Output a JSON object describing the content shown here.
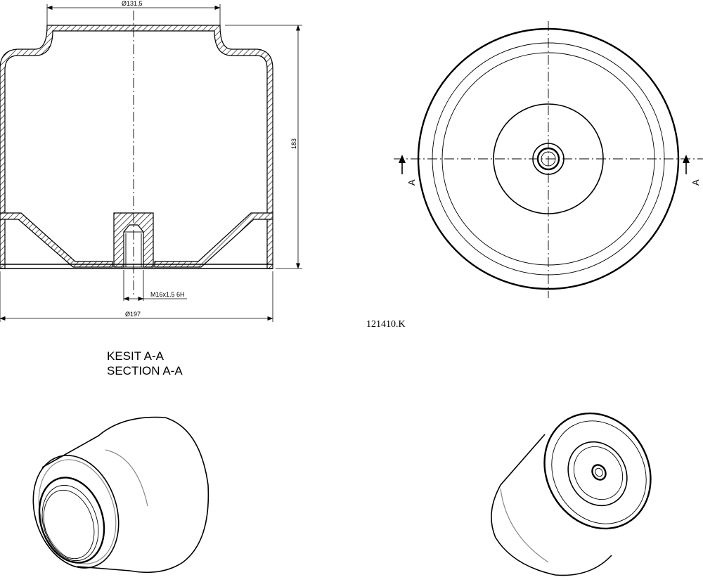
{
  "drawing": {
    "part_number": "121410.K",
    "section_title_tr": "KESIT A-A",
    "section_title_en": "SECTION A-A",
    "section_marker": "A"
  },
  "dimensions": {
    "top_diameter": "Ø131,5",
    "height": "183",
    "thread": "M16x1.5 6H",
    "bottom_diameter": "Ø197"
  },
  "icons": [
    "section-arrow-icon"
  ]
}
